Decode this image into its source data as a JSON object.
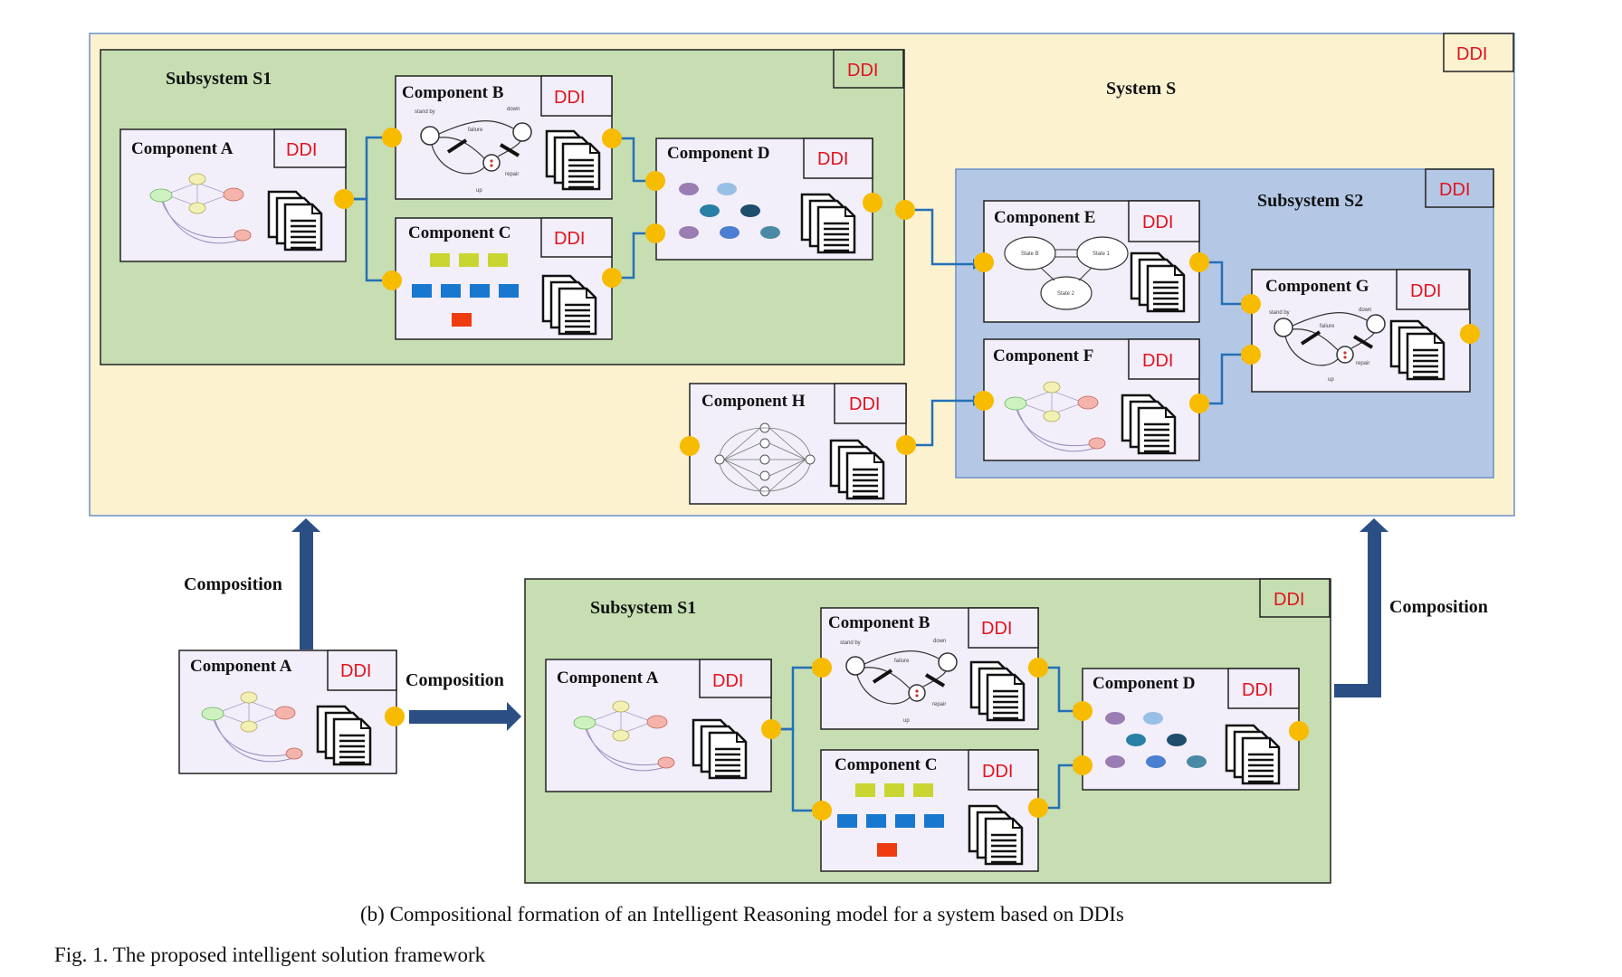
{
  "ddi_label": "DDI",
  "system": {
    "title": "System S"
  },
  "subsystem_s1": {
    "title": "Subsystem S1"
  },
  "subsystem_s2": {
    "title": "Subsystem S2"
  },
  "components": {
    "a": "Component  A",
    "b": "Component  B",
    "c": "Component  C",
    "d": "Component  D",
    "e": "Component  E",
    "f": "Component  F",
    "g": "Component  G",
    "h": "Component  H"
  },
  "composition_label": "Composition",
  "state_labels": {
    "stand_by": "stand by",
    "down": "down",
    "failure": "failure",
    "repair": "repair",
    "up": "up",
    "state_b": "State B",
    "state_1": "State 1",
    "state_2": "State 2"
  },
  "caption_sub": "(b) Compositional formation of an Intelligent Reasoning model for a system based on DDIs",
  "caption_fig": "Fig. 1.  The proposed intelligent solution framework",
  "colors": {
    "system_bg": "#fdf2d0",
    "subsystem1_bg": "#c6deb2",
    "subsystem2_bg": "#b4c8e6",
    "component_bg": "#f2eefa",
    "port": "#f7bb00",
    "connector": "#2470b7",
    "arrow": "#2b4f84",
    "ddi_text": "#e0141e"
  }
}
